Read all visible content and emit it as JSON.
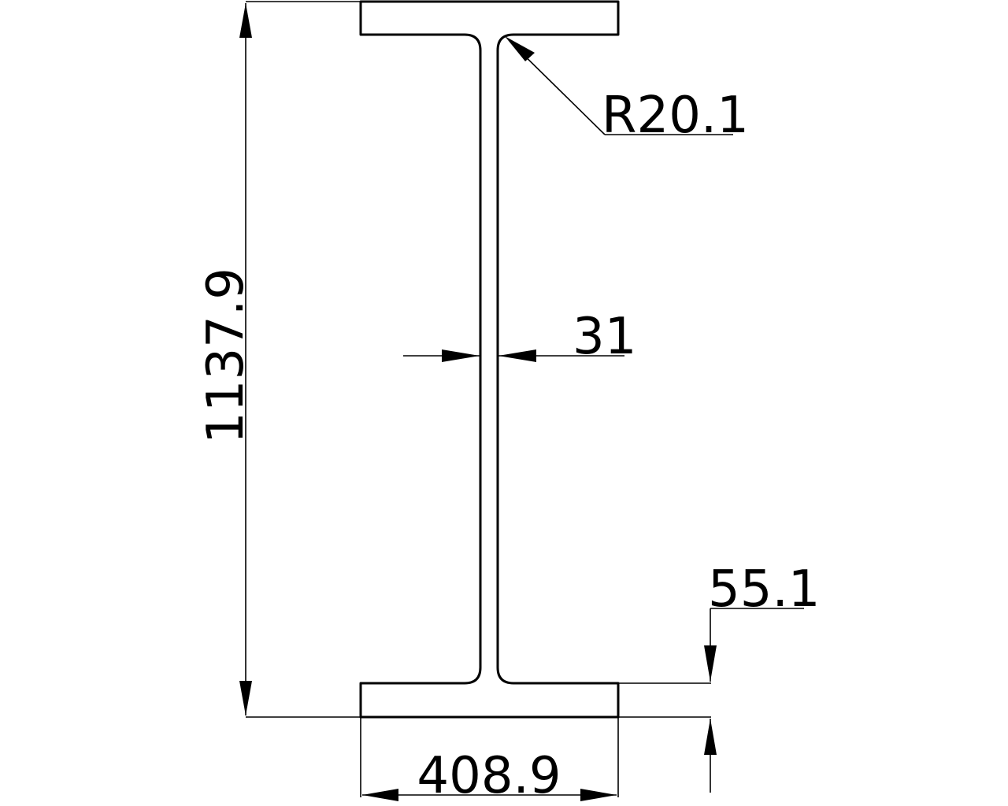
{
  "drawing": {
    "subject": "I-beam cross section",
    "dimensions": {
      "height": "1137.9",
      "root_radius": "R20.1",
      "web_thickness": "31",
      "flange_thickness": "55.1",
      "flange_width": "408.9"
    },
    "colors": {
      "background": "#ffffff",
      "line": "#000000"
    }
  }
}
